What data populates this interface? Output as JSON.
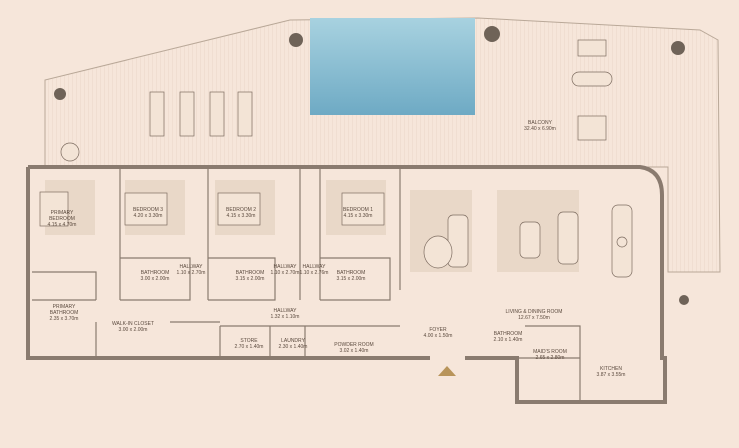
{
  "rooms": [
    {
      "name": "BALCONY",
      "size": "32.40 x 6.90m"
    },
    {
      "name": "PRIMARY BEDROOM",
      "size": "4.15 x 4.70m"
    },
    {
      "name": "BEDROOM 3",
      "size": "4.20 x 3.30m"
    },
    {
      "name": "BEDROOM 2",
      "size": "4.15 x 3.30m"
    },
    {
      "name": "BEDROOM 1",
      "size": "4.15 x 3.30m"
    },
    {
      "name": "BATHROOM",
      "size": "3.00 x 2.00m"
    },
    {
      "name": "HALLWAY",
      "size": "1.10 x 2.70m"
    },
    {
      "name": "BATHROOM",
      "size": "3.15 x 2.00m"
    },
    {
      "name": "HALLWAY",
      "size": "1.10 x 2.70m"
    },
    {
      "name": "HALLWAY",
      "size": "1.10 x 2.76m"
    },
    {
      "name": "BATHROOM",
      "size": "3.15 x 2.00m"
    },
    {
      "name": "PRIMARY BATHROOM",
      "size": "2.35 x 3.70m"
    },
    {
      "name": "WALK-IN CLOSET",
      "size": "3.00 x 2.00m"
    },
    {
      "name": "HALLWAY",
      "size": "1.32 x 1.10m"
    },
    {
      "name": "STORE",
      "size": "2.70 x 1.40m"
    },
    {
      "name": "LAUNDRY",
      "size": "2.30 x 1.40m"
    },
    {
      "name": "POWDER ROOM",
      "size": "3.02 x 1.40m"
    },
    {
      "name": "FOYER",
      "size": "4.00 x 1.50m"
    },
    {
      "name": "LIVING & DINING ROOM",
      "size": "12.67 x 7.50m"
    },
    {
      "name": "BATHROOM",
      "size": "2.10 x 1.40m"
    },
    {
      "name": "MAID'S ROOM",
      "size": "2.65 x 2.80m"
    },
    {
      "name": "KITCHEN",
      "size": "3.87 x 3.55m"
    }
  ],
  "colors": {
    "background": "#f6e6da",
    "wall": "#8a7b6f",
    "pool": "#8fc3d6",
    "entrance": "#b8945a"
  }
}
